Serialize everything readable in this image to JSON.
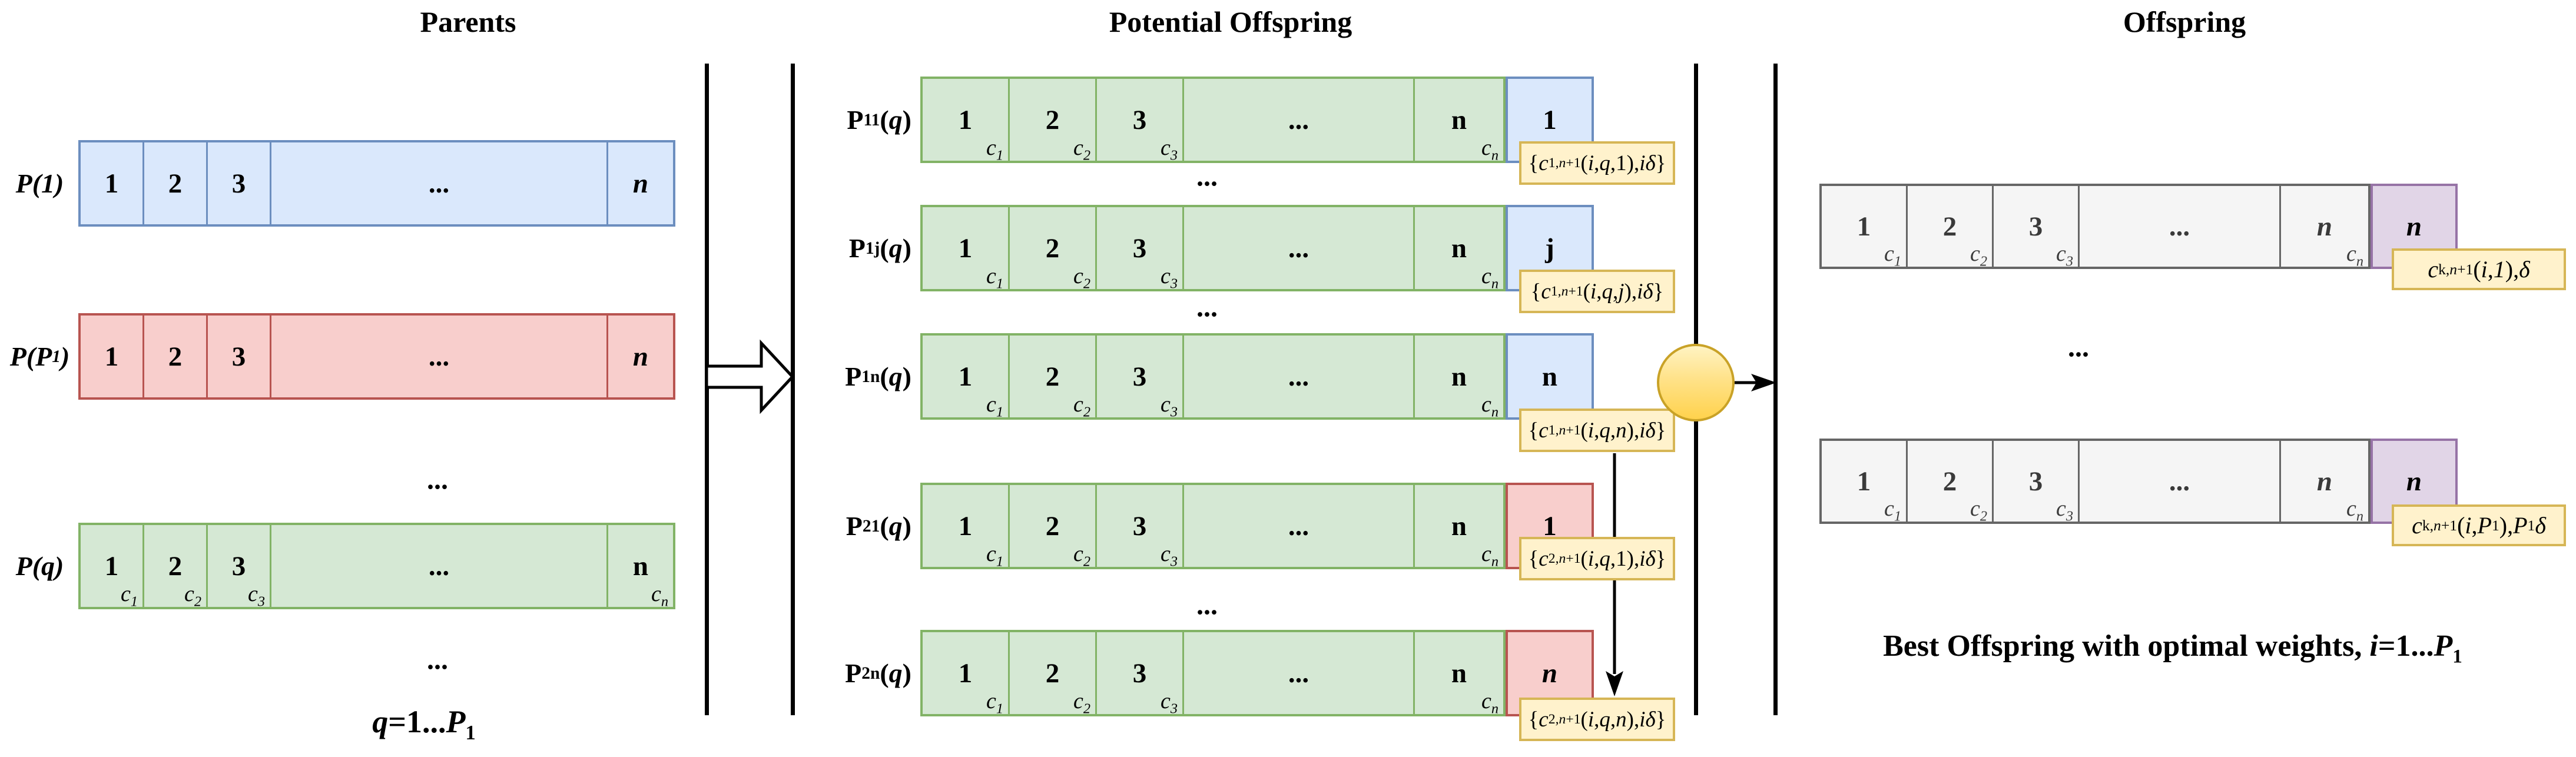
{
  "titles": {
    "parents": "Parents",
    "potential_offspring": "Potential Offspring",
    "offspring": "Offspring"
  },
  "dots": "...",
  "colors": {
    "blue_fill": "#dae8fc",
    "blue_stroke": "#6c8ebf",
    "red_fill": "#f8cecc",
    "red_stroke": "#b85450",
    "green_fill": "#d5e8d4",
    "green_stroke": "#82b366",
    "yellow_fill": "#fff2cc",
    "yellow_stroke": "#d6b656",
    "purple_fill": "#e1d5e7",
    "purple_stroke": "#9673a6",
    "gray_fill": "#f5f5f5",
    "gray_stroke": "#666666",
    "line": "#000000"
  },
  "left": {
    "label_p1": [
      {
        "t": "P",
        "i": 1
      },
      {
        "t": "(1)"
      }
    ],
    "label_pp1": [
      {
        "t": "P",
        "i": 1
      },
      {
        "t": "("
      },
      {
        "t": "P",
        "i": 1
      },
      {
        "t": "1",
        "sub": 1
      },
      {
        "t": ")"
      }
    ],
    "label_pq": [
      {
        "t": "P",
        "i": 1
      },
      {
        "t": "("
      },
      {
        "t": "q",
        "i": 1
      },
      {
        "t": ")"
      }
    ],
    "footer": [
      {
        "t": "q",
        "i": 1
      },
      {
        "t": "=1..."
      },
      {
        "t": "P",
        "i": 1
      },
      {
        "t": "1",
        "sub": 1
      }
    ]
  },
  "plain_cells": [
    {
      "n": [
        {
          "t": "1"
        }
      ]
    },
    {
      "n": [
        {
          "t": "2"
        }
      ]
    },
    {
      "n": [
        {
          "t": "3"
        }
      ]
    },
    {
      "n": [
        {
          "t": "..."
        }
      ]
    },
    {
      "n": [
        {
          "t": "n",
          "i": 1
        }
      ]
    }
  ],
  "green_cells": [
    {
      "n": [
        {
          "t": "1"
        }
      ],
      "c": [
        {
          "t": "c",
          "i": 1
        },
        {
          "t": "1",
          "sub": 1
        }
      ]
    },
    {
      "n": [
        {
          "t": "2"
        }
      ],
      "c": [
        {
          "t": "c",
          "i": 1
        },
        {
          "t": "2",
          "sub": 1
        }
      ]
    },
    {
      "n": [
        {
          "t": "3"
        }
      ],
      "c": [
        {
          "t": "c",
          "i": 1
        },
        {
          "t": "3",
          "sub": 1
        }
      ]
    },
    {
      "n": [
        {
          "t": "..."
        }
      ]
    },
    {
      "n": [
        {
          "t": "n"
        }
      ],
      "c": [
        {
          "t": "c",
          "i": 1
        },
        {
          "t": "n",
          "sub": 1,
          "i": 1
        }
      ]
    }
  ],
  "gray_cells": [
    {
      "n": [
        {
          "t": "1"
        }
      ],
      "c": [
        {
          "t": "c",
          "i": 1
        },
        {
          "t": "1",
          "sub": 1
        }
      ]
    },
    {
      "n": [
        {
          "t": "2"
        }
      ],
      "c": [
        {
          "t": "c",
          "i": 1
        },
        {
          "t": "2",
          "sub": 1
        }
      ]
    },
    {
      "n": [
        {
          "t": "3"
        }
      ],
      "c": [
        {
          "t": "c",
          "i": 1
        },
        {
          "t": "3",
          "sub": 1
        }
      ]
    },
    {
      "n": [
        {
          "t": "..."
        }
      ]
    },
    {
      "n": [
        {
          "t": "n",
          "i": 1
        }
      ],
      "c": [
        {
          "t": "c",
          "i": 1
        },
        {
          "t": "n",
          "sub": 1,
          "i": 1
        }
      ]
    }
  ],
  "mid": {
    "labels": [
      [
        {
          "t": "P"
        },
        {
          "t": "11",
          "sub": 1
        },
        {
          "t": "("
        },
        {
          "t": "q",
          "i": 1
        },
        {
          "t": ")"
        }
      ],
      [
        {
          "t": "P"
        },
        {
          "t": "1j",
          "sub": 1
        },
        {
          "t": "("
        },
        {
          "t": "q",
          "i": 1
        },
        {
          "t": ")"
        }
      ],
      [
        {
          "t": "P"
        },
        {
          "t": "1n",
          "sub": 1
        },
        {
          "t": "("
        },
        {
          "t": "q",
          "i": 1
        },
        {
          "t": ")"
        }
      ],
      [
        {
          "t": "P"
        },
        {
          "t": "21",
          "sub": 1
        },
        {
          "t": "("
        },
        {
          "t": "q",
          "i": 1
        },
        {
          "t": ")"
        }
      ],
      [
        {
          "t": "P"
        },
        {
          "t": "2n",
          "sub": 1
        },
        {
          "t": "("
        },
        {
          "t": "q",
          "i": 1
        },
        {
          "t": ")"
        }
      ]
    ],
    "append_letters": [
      [
        {
          "t": "1"
        }
      ],
      [
        {
          "t": "j"
        }
      ],
      [
        {
          "t": "n"
        }
      ],
      [
        {
          "t": "1"
        }
      ],
      [
        {
          "t": "n",
          "i": 1
        }
      ]
    ],
    "boxes": [
      [
        {
          "t": "{"
        },
        {
          "t": "c",
          "i": 1
        },
        {
          "t": "1,",
          "sub": 1
        },
        {
          "t": "n",
          "sub": 1,
          "i": 1
        },
        {
          "t": "+1",
          "sub": 1
        },
        {
          "t": "("
        },
        {
          "t": "i",
          "i": 1
        },
        {
          "t": ","
        },
        {
          "t": "q",
          "i": 1
        },
        {
          "t": ",1),"
        },
        {
          "t": "iδ",
          "i": 1
        },
        {
          "t": "}"
        }
      ],
      [
        {
          "t": "{"
        },
        {
          "t": "c",
          "i": 1
        },
        {
          "t": "1,",
          "sub": 1
        },
        {
          "t": "n",
          "sub": 1,
          "i": 1
        },
        {
          "t": "+1",
          "sub": 1
        },
        {
          "t": "("
        },
        {
          "t": "i",
          "i": 1
        },
        {
          "t": ","
        },
        {
          "t": "q",
          "i": 1
        },
        {
          "t": ","
        },
        {
          "t": "j",
          "i": 1
        },
        {
          "t": "),"
        },
        {
          "t": "iδ",
          "i": 1
        },
        {
          "t": "}"
        }
      ],
      [
        {
          "t": "{"
        },
        {
          "t": "c",
          "i": 1
        },
        {
          "t": "1,",
          "sub": 1
        },
        {
          "t": "n",
          "sub": 1,
          "i": 1
        },
        {
          "t": "+1",
          "sub": 1
        },
        {
          "t": "("
        },
        {
          "t": "i",
          "i": 1
        },
        {
          "t": ","
        },
        {
          "t": "q",
          "i": 1
        },
        {
          "t": ","
        },
        {
          "t": "n",
          "i": 1
        },
        {
          "t": "),"
        },
        {
          "t": "iδ",
          "i": 1
        },
        {
          "t": "}"
        }
      ],
      [
        {
          "t": "{"
        },
        {
          "t": "c",
          "i": 1
        },
        {
          "t": "2,",
          "sub": 1
        },
        {
          "t": "n",
          "sub": 1,
          "i": 1
        },
        {
          "t": "+1",
          "sub": 1
        },
        {
          "t": "("
        },
        {
          "t": "i",
          "i": 1
        },
        {
          "t": ","
        },
        {
          "t": "q",
          "i": 1
        },
        {
          "t": ",1),"
        },
        {
          "t": "iδ",
          "i": 1
        },
        {
          "t": "}"
        }
      ],
      [
        {
          "t": "{"
        },
        {
          "t": "c",
          "i": 1
        },
        {
          "t": "2,",
          "sub": 1
        },
        {
          "t": "n",
          "sub": 1,
          "i": 1
        },
        {
          "t": "+1",
          "sub": 1
        },
        {
          "t": "("
        },
        {
          "t": "i",
          "i": 1
        },
        {
          "t": ","
        },
        {
          "t": "q",
          "i": 1
        },
        {
          "t": ","
        },
        {
          "t": "n",
          "i": 1
        },
        {
          "t": "),"
        },
        {
          "t": "iδ",
          "i": 1
        },
        {
          "t": "}"
        }
      ]
    ]
  },
  "right": {
    "append_letter": [
      {
        "t": "n",
        "i": 1
      }
    ],
    "boxes": [
      [
        {
          "t": "c",
          "i": 1
        },
        {
          "t": "k,",
          "sub": 1
        },
        {
          "t": "n",
          "sub": 1,
          "i": 1
        },
        {
          "t": "+1",
          "sub": 1
        },
        {
          "t": "("
        },
        {
          "t": "i",
          "i": 1
        },
        {
          "t": ", "
        },
        {
          "t": "1",
          "i": 1
        },
        {
          "t": "), "
        },
        {
          "t": "δ",
          "i": 1
        }
      ],
      [
        {
          "t": "c",
          "i": 1
        },
        {
          "t": "k,",
          "sub": 1
        },
        {
          "t": "n",
          "sub": 1,
          "i": 1
        },
        {
          "t": "+1",
          "sub": 1
        },
        {
          "t": "("
        },
        {
          "t": "i",
          "i": 1
        },
        {
          "t": ", "
        },
        {
          "t": "P",
          "i": 1
        },
        {
          "t": "1",
          "sub": 1
        },
        {
          "t": "),"
        },
        {
          "t": "P",
          "i": 1
        },
        {
          "t": "1",
          "sub": 1
        },
        {
          "t": "δ",
          "i": 1
        }
      ]
    ],
    "footer": [
      {
        "t": "Best Offspring with optimal weights, "
      },
      {
        "t": "i",
        "i": 1
      },
      {
        "t": "=1..."
      },
      {
        "t": "P",
        "i": 1
      },
      {
        "t": "1",
        "sub": 1
      }
    ]
  }
}
